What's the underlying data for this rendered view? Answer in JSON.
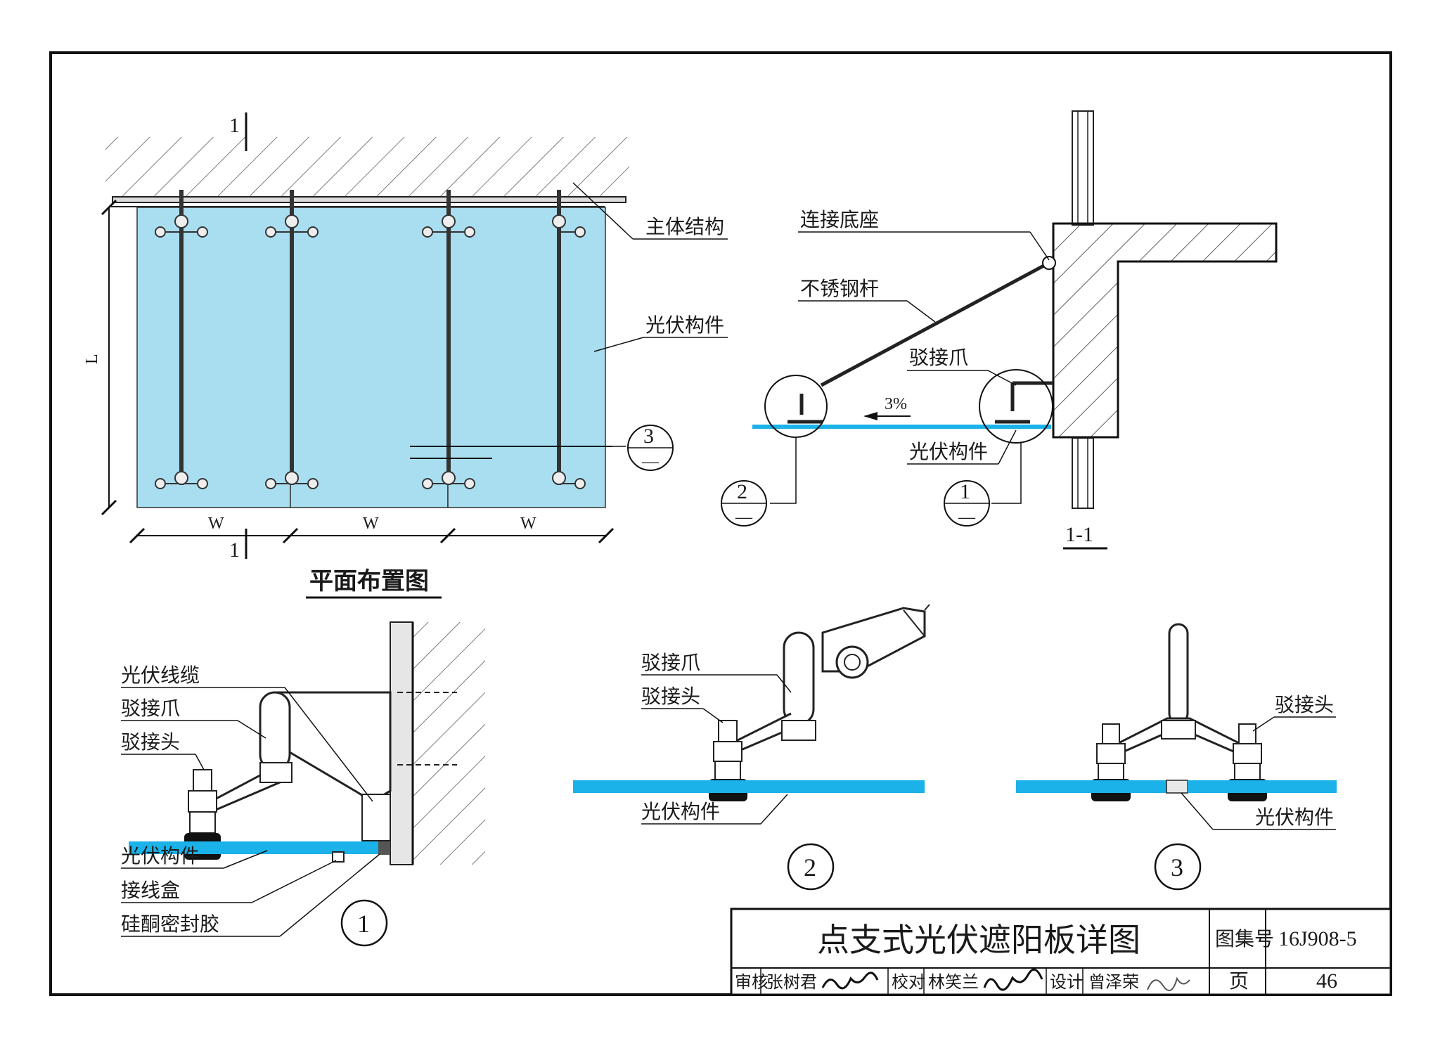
{
  "plan": {
    "title": "平面布置图",
    "section_mark": "1",
    "dim_L": "L",
    "dim_W": "W",
    "label_structure": "主体结构",
    "label_pv": "光伏构件",
    "callout_3_top": "3",
    "callout_3_bottom": "—"
  },
  "section": {
    "title": "1-1",
    "label_base": "连接底座",
    "label_rod": "不锈钢杆",
    "label_claw": "驳接爪",
    "label_pv": "光伏构件",
    "slope": "3%",
    "callout_2_top": "2",
    "callout_2_bottom": "—",
    "callout_1_top": "1",
    "callout_1_bottom": "—"
  },
  "detail1": {
    "number": "1",
    "label_cable": "光伏线缆",
    "label_claw": "驳接爪",
    "label_head": "驳接头",
    "label_pv": "光伏构件",
    "label_box": "接线盒",
    "label_sealant": "硅酮密封胶"
  },
  "detail2": {
    "number": "2",
    "label_claw": "驳接爪",
    "label_head": "驳接头",
    "label_pv": "光伏构件"
  },
  "detail3": {
    "number": "3",
    "label_head": "驳接头",
    "label_pv": "光伏构件"
  },
  "title_block": {
    "drawing_title": "点支式光伏遮阳板详图",
    "atlas_label": "图集号",
    "atlas_no": "16J908-5",
    "review_label": "审核",
    "reviewer": "张树君",
    "check_label": "校对",
    "checker": "林笑兰",
    "design_label": "设计",
    "designer": "曾泽荣",
    "page_label": "页",
    "page_no": "46"
  },
  "colors": {
    "glass_fill": "#a9def1",
    "pv_strip": "#1ab2e8",
    "line": "#1a1a1a"
  }
}
